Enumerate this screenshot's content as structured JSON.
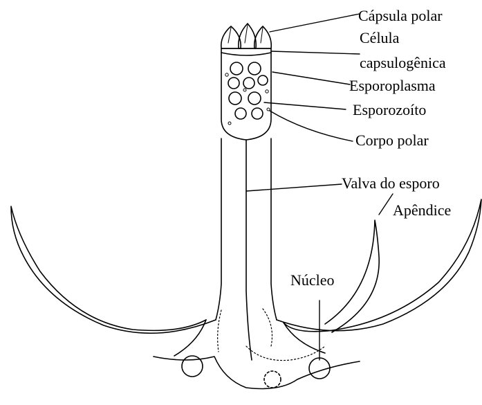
{
  "labels": {
    "capsula_polar": "Cápsula polar",
    "celula_line1": "Célula",
    "celula_line2": "capsulogênica",
    "esporoplasma": "Esporoplasma",
    "esporozoito": "Esporozoíto",
    "corpo_polar": "Corpo polar",
    "valva": "Valva do esporo",
    "apendice": "Apêndice",
    "nucleo": "Núcleo"
  }
}
